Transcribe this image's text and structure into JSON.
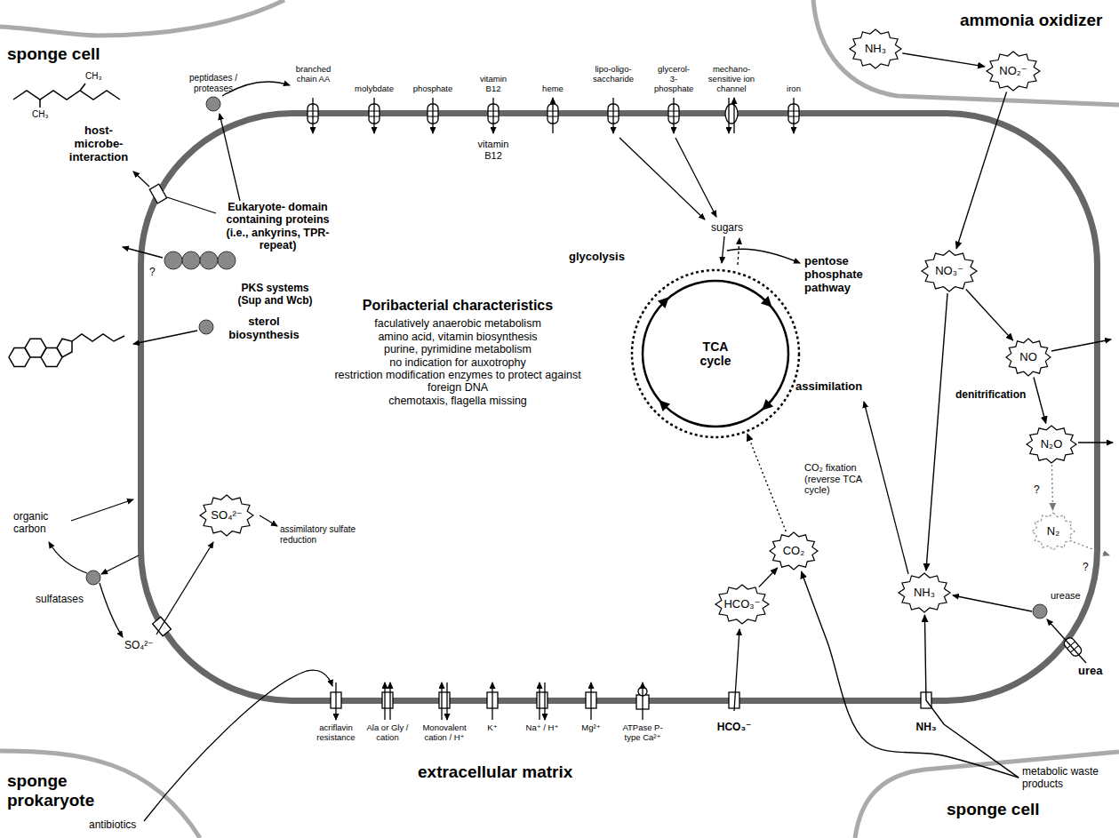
{
  "diagram": {
    "nodes": [
      {
        "text": [
          "sponge cell"
        ]
      },
      {
        "text": [
          "ammonia oxidizer"
        ]
      },
      {
        "text": [
          "NH₃"
        ],
        "in": 1
      },
      {
        "text": [
          "NO₂⁻"
        ],
        "in": 1
      },
      {
        "text": [
          "Poribacterial characteristics",
          "faculatively anaerobic metabolism",
          "amino acid, vitamin biosynthesis",
          "purine, pyrimidine metabolism",
          "no indication for auxotrophy",
          "restriction modification enzymes to protect against foreign DNA",
          "chemotaxis, flagella missing"
        ]
      },
      {
        "text": [
          "TCA cycle"
        ],
        "in": 4
      },
      {
        "text": [
          "NO₃⁻"
        ],
        "in": 4
      },
      {
        "text": [
          "NO"
        ],
        "in": 4
      },
      {
        "text": [
          "N₂O"
        ],
        "in": 4
      },
      {
        "text": [
          "N₂"
        ],
        "in": 4
      },
      {
        "text": [
          "NH₃"
        ],
        "in": 4
      },
      {
        "text": [
          "CO₂"
        ],
        "in": 4
      },
      {
        "text": [
          "HCO₃⁻"
        ],
        "in": 4
      },
      {
        "text": [
          "SO₄²⁻"
        ],
        "in": 4
      },
      {
        "text": [
          "sponge prokaryote"
        ]
      },
      {
        "text": [
          "sponge cell"
        ]
      }
    ],
    "edges": [
      {
        "from": 2,
        "to": 3,
        "arrow": "to"
      },
      {
        "from": 3,
        "to": 6,
        "arrow": "to"
      },
      {
        "from": 6,
        "to": 7,
        "arrow": "to"
      },
      {
        "from": 7,
        "to": 8,
        "arrow": "to"
      },
      {
        "from": 8,
        "to": 9,
        "arrow": "to"
      },
      {
        "from": 6,
        "to": 10,
        "arrow": "to"
      },
      {
        "from": 12,
        "to": 11,
        "arrow": "to"
      },
      {
        "from": 11,
        "to": 5,
        "arrow": "to"
      },
      {
        "from": 15,
        "to": 11,
        "arrow": "to"
      },
      {
        "from": 15,
        "to": 10,
        "arrow": "to"
      }
    ],
    "labels": [
      "peptidases / proteases",
      "branched chain AA",
      "molybdate",
      "phosphate",
      "vitamin B12",
      "heme",
      "lipo-oligo-saccharide",
      "glycerol-3-phosphate",
      "mechano-sensitive ion channel",
      "iron",
      "vitamin B12",
      "sugars",
      "glycolysis",
      "pentose phosphate pathway",
      "CO₂ fixation (reverse TCA cycle)",
      "assimilation",
      "denitrification",
      "?",
      "?",
      "urease",
      "urea",
      "host-microbe-interaction",
      "Eukaryote- domain containing proteins (i.e., ankyrins, TPR-repeat)",
      "CH₃",
      "CH₃",
      "?",
      "PKS systems (Sup and Wcb)",
      "sterol biosynthesis",
      "organic carbon",
      "sulfatases",
      "SO₄²⁻",
      "assimilatory sulfate reduction",
      "acriflavin resistance",
      "Ala or Gly / cation",
      "Monovalent cation / H⁺",
      "K⁺",
      "Na⁺ / H⁺",
      "Mg²⁺",
      "ATPase P-type Ca²⁺",
      "HCO₃⁻",
      "NH₃",
      "extracellular matrix",
      "antibiotics",
      "metabolic waste products"
    ]
  }
}
